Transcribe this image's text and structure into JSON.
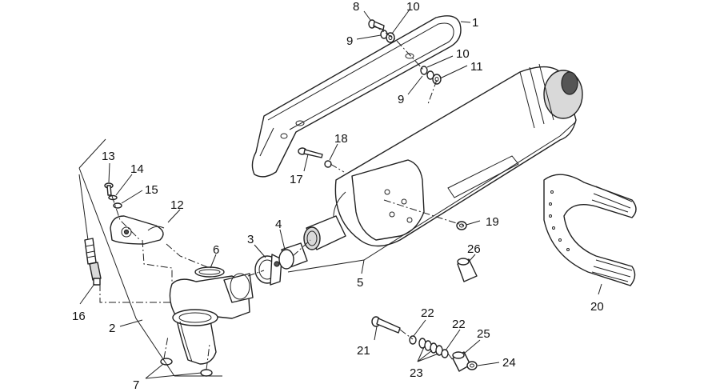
{
  "callouts": {
    "c1": "1",
    "c2": "2",
    "c3": "3",
    "c4": "4",
    "c5": "5",
    "c6": "6",
    "c7": "7",
    "c8": "8",
    "c9a": "9",
    "c9b": "9",
    "c10a": "10",
    "c10b": "10",
    "c11": "11",
    "c12": "12",
    "c13": "13",
    "c14": "14",
    "c15": "15",
    "c16": "16",
    "c17": "17",
    "c18": "18",
    "c19": "19",
    "c20": "20",
    "c21": "21",
    "c22a": "22",
    "c22b": "22",
    "c23": "23",
    "c24": "24",
    "c25": "25",
    "c26": "26"
  }
}
